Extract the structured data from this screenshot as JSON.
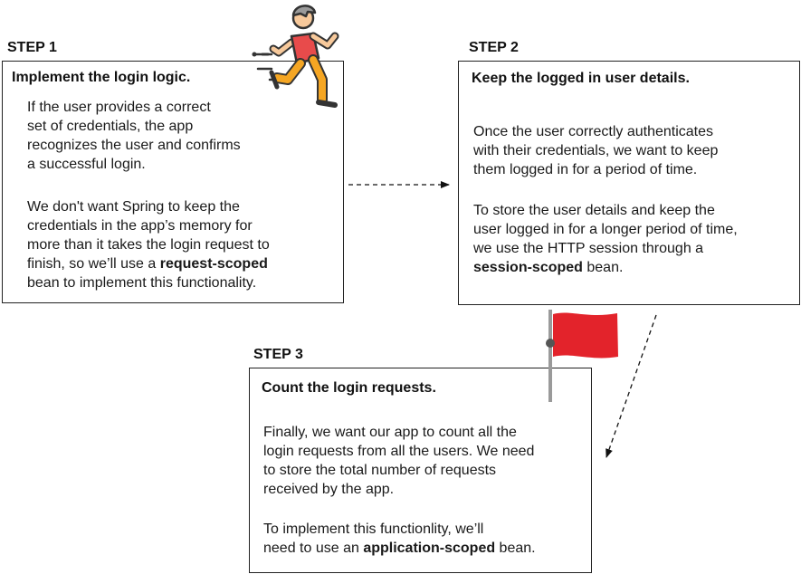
{
  "step1": {
    "label": "STEP 1",
    "title": "Implement the login logic.",
    "para1": [
      "If the user provides a correct",
      "set of credentials, the app",
      "recognizes the user and confirms",
      "a successful login."
    ],
    "para2_lines": [
      "We don't want Spring to keep the",
      "credentials in the app’s memory for",
      "more than it takes the login request to"
    ],
    "para2_line4_pre": "finish, so we’ll use a ",
    "para2_line4_bold": "request-scoped",
    "para2_line5": "bean to implement this functionality."
  },
  "step2": {
    "label": "STEP 2",
    "title": "Keep the logged in user details.",
    "para1": [
      "Once the user correctly authenticates",
      "with their credentials, we want to keep",
      "them logged in for a period of time."
    ],
    "para2_lines": [
      "To store the user details and keep the",
      "user logged in for a longer period of time,",
      "we use the HTTP session through a"
    ],
    "para2_bold": "session-scoped",
    "para2_post": " bean."
  },
  "step3": {
    "label": "STEP 3",
    "title": "Count the login requests.",
    "para1": [
      "Finally, we want our app to count all the",
      "login requests from all the users. We need",
      "to store the total number of requests",
      "received by the app."
    ],
    "para2_line1": "To implement this functionlity, we’ll",
    "para2_pre": "need to use an ",
    "para2_bold": "application-scoped",
    "para2_post": " bean."
  },
  "icons": {
    "runner": "running-person-icon",
    "flag": "red-flag-icon"
  },
  "colors": {
    "border": "#222222",
    "flag": "#e3232b",
    "runner_shirt": "#e84b4b",
    "runner_pants": "#f5a623",
    "runner_skin": "#f7c99b"
  }
}
